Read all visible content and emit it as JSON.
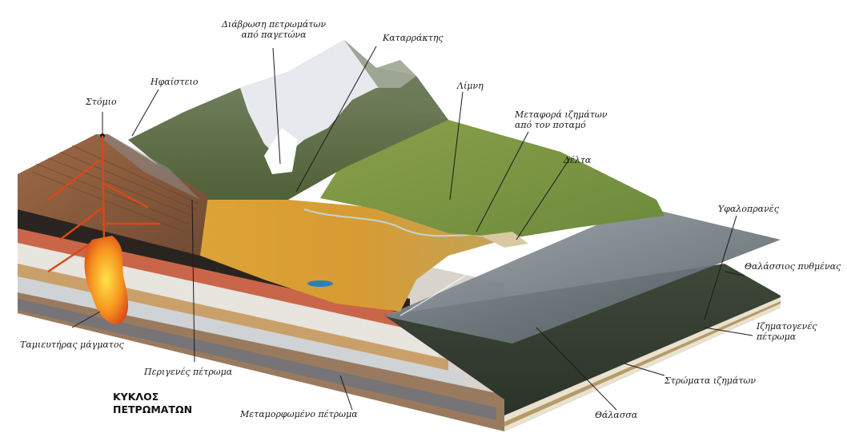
{
  "diagram": {
    "title": [
      "ΚΥΚΛΟΣ",
      "ΠΕΤΡΩΜΑΤΩΝ"
    ],
    "labels": {
      "stomio": "Στόμιο",
      "ifaisteio": "Ηφαίστειο",
      "diavrosi": [
        "Διάβρωση πετρωμάτων",
        "από παγετώνα"
      ],
      "katarraktis": "Καταρράκτης",
      "limni": "Λίμνη",
      "metafora": [
        "Μεταφορά ιζημάτων",
        "από τον ποταμό"
      ],
      "delta": "Δέλτα",
      "yfalopranes": "Υφαλοπρανές",
      "pythmenas": "Θαλάσσιος πυθμένας",
      "izimatogenes": [
        "Ιζηματογενές",
        "πέτρωμα"
      ],
      "stromata": "Στρώματα ιζημάτων",
      "thalassa": "Θάλασσα",
      "metamorfomeno": "Μεταμορφωμένο πέτρωμα",
      "perigenes": "Περιγενές πέτρωμα",
      "tamieftiras": "Ταμιευτήρας μάγματος"
    },
    "colors": {
      "sea": "#6f7a80",
      "plain": "#d9a13b",
      "mountain": "#5f6e44",
      "snow": "#f2f2f4",
      "magma": "#f08a1c",
      "volcano": "#8a5a3a"
    }
  }
}
